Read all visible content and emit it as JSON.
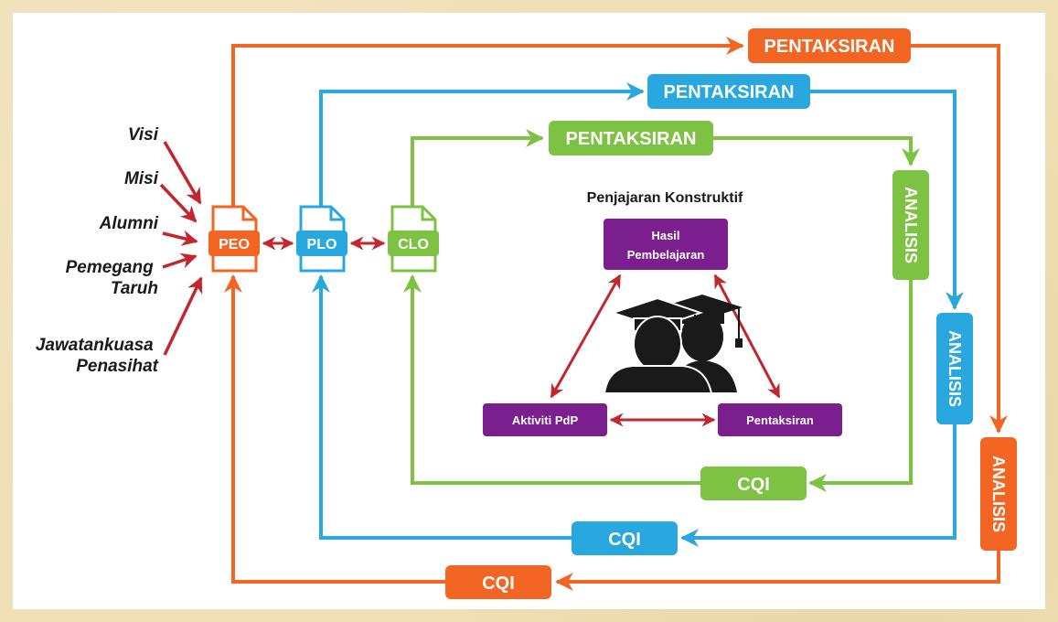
{
  "colors": {
    "orange": "#f26522",
    "blue": "#29a8e0",
    "green": "#7dc242",
    "red": "#c1272d",
    "purple": "#7b1f8f",
    "background": "#efdfb4"
  },
  "sources": [
    "Visi",
    "Misi",
    "Alumni",
    "Pemegang Taruh",
    "Jawatankuasa Penasihat"
  ],
  "documents": {
    "peo": "PEO",
    "plo": "PLO",
    "clo": "CLO"
  },
  "loops": {
    "outer": {
      "assessment": "PENTAKSIRAN",
      "analysis": "ANALISIS",
      "improvement": "CQI"
    },
    "middle": {
      "assessment": "PENTAKSIRAN",
      "analysis": "ANALISIS",
      "improvement": "CQI"
    },
    "inner": {
      "assessment": "PENTAKSIRAN",
      "analysis": "ANALISIS",
      "improvement": "CQI"
    }
  },
  "alignment": {
    "title": "Penjajaran Konstruktif",
    "outcomes_line1": "Hasil",
    "outcomes_line2": "Pembelajaran",
    "activities": "Aktiviti PdP",
    "assessment": "Pentaksiran",
    "graduates_icon": "graduates-icon"
  }
}
